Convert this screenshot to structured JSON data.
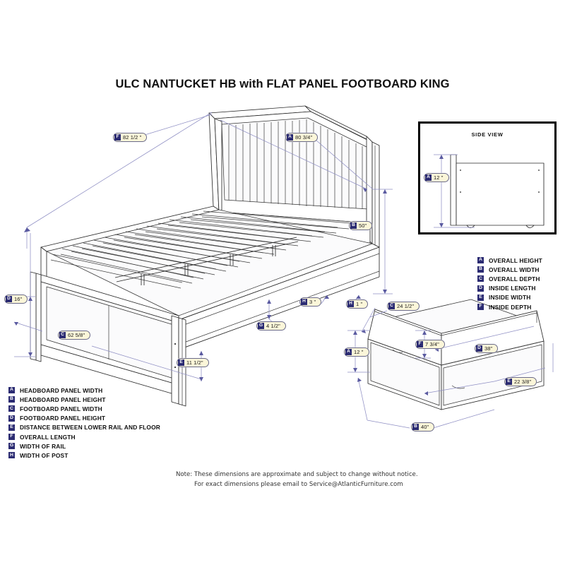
{
  "title": "ULC NANTUCKET HB with FLAT PANEL FOOTBOARD KING",
  "side_view": {
    "label": "SIDE VIEW",
    "dim": {
      "letter": "A",
      "value": "12 \""
    }
  },
  "bed_dims": [
    {
      "letter": "F",
      "value": "82 1/2 \""
    },
    {
      "letter": "A",
      "value": "80 3/4\""
    },
    {
      "letter": "B",
      "value": "50\""
    },
    {
      "letter": "D",
      "value": "16\""
    },
    {
      "letter": "C",
      "value": "62 5/8\""
    },
    {
      "letter": "E",
      "value": "11 1/2\""
    },
    {
      "letter": "G",
      "value": "4 1/2\""
    },
    {
      "letter": "H",
      "value": "3 \""
    },
    {
      "letter": "H",
      "value": "1 \""
    }
  ],
  "drawer_dims": [
    {
      "letter": "C",
      "value": "24 1/2\""
    },
    {
      "letter": "A",
      "value": "12 \""
    },
    {
      "letter": "F",
      "value": "7 3/4\""
    },
    {
      "letter": "D",
      "value": "38\""
    },
    {
      "letter": "E",
      "value": "22 3/8\""
    },
    {
      "letter": "B",
      "value": "40\""
    }
  ],
  "legend_bed": [
    {
      "letter": "A",
      "text": "HEADBOARD PANEL WIDTH"
    },
    {
      "letter": "B",
      "text": "HEADBOARD PANEL HEIGHT"
    },
    {
      "letter": "C",
      "text": "FOOTBOARD PANEL WIDTH"
    },
    {
      "letter": "D",
      "text": "FOOTBOARD PANEL HEIGHT"
    },
    {
      "letter": "E",
      "text": "DISTANCE BETWEEN LOWER RAIL AND FLOOR"
    },
    {
      "letter": "F",
      "text": "OVERALL LENGTH"
    },
    {
      "letter": "G",
      "text": "WIDTH OF RAIL"
    },
    {
      "letter": "H",
      "text": "WIDTH OF POST"
    }
  ],
  "legend_drawer": [
    {
      "letter": "A",
      "text": "OVERALL HEIGHT"
    },
    {
      "letter": "B",
      "text": "OVERALL WIDTH"
    },
    {
      "letter": "C",
      "text": "OVERALL DEPTH"
    },
    {
      "letter": "D",
      "text": "INSIDE LENGTH"
    },
    {
      "letter": "E",
      "text": "INSIDE WIDTH"
    },
    {
      "letter": "F",
      "text": "INSIDE DEPTH"
    }
  ],
  "note": {
    "line1": "Note:  These dimensions are approximate and subject to change without notice.",
    "line2": "For exact dimensions please email to Service@AtlanticFurniture.com"
  },
  "colors": {
    "badge_letter_bg": "#2b2b72",
    "badge_bg": "#fbf6d9",
    "dimension_line": "#8f8fc4",
    "outline": "#2a2a2a"
  }
}
